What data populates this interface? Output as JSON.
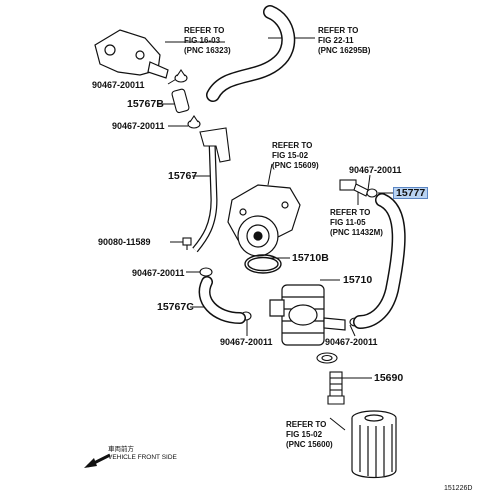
{
  "refs": {
    "fig1603": {
      "line1": "REFER TO",
      "line2": "FIG 16-03",
      "line3": "(PNC 16323)"
    },
    "fig2211": {
      "line1": "REFER TO",
      "line2": "FIG 22-11",
      "line3": "(PNC 16295B)"
    },
    "fig1502a": {
      "line1": "REFER TO",
      "line2": "FIG 15-02",
      "line3": "(PNC 15609)"
    },
    "fig1105": {
      "line1": "REFER TO",
      "line2": "FIG 11-05",
      "line3": "(PNC 11432M)"
    },
    "fig1502b": {
      "line1": "REFER TO",
      "line2": "FIG 15-02",
      "line3": "(PNC 15600)"
    }
  },
  "parts": {
    "p90467_a": "90467-20011",
    "p15767B": "15767B",
    "p90467_b": "90467-20011",
    "p15767": "15767",
    "p90467_c": "90467-20011",
    "p15777": "15777",
    "p90080": "90080-11589",
    "p90467_d": "90467-20011",
    "p15710B": "15710B",
    "p15710": "15710",
    "p15767C": "15767C",
    "p90467_e": "90467-20011",
    "p90467_f": "90467-20011",
    "p15690": "15690"
  },
  "highlight": {
    "part": "15777",
    "color": "#b9d3f2"
  },
  "vehicle_front": {
    "jp": "車両前方",
    "en": "VEHICLE FRONT SIDE"
  },
  "diagram_code": "151226D"
}
